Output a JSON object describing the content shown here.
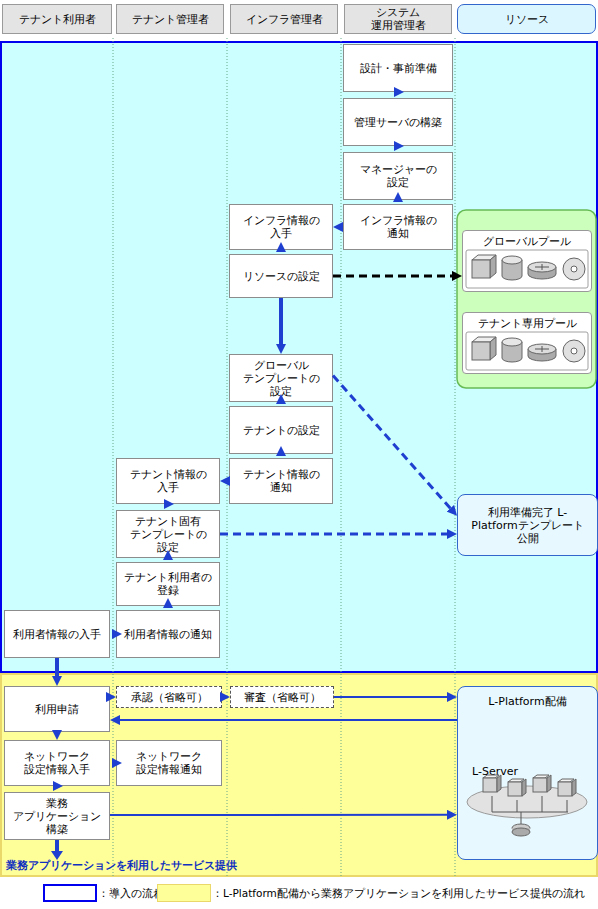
{
  "diagram": {
    "nodes": [
      {
        "text": [
          "テナント利用者"
        ]
      },
      {
        "text": [
          "テナント管理者"
        ]
      },
      {
        "text": [
          "インフラ管理者"
        ]
      },
      {
        "text": [
          "システム 運用管理者"
        ]
      },
      {
        "text": [
          "リソース"
        ]
      },
      {
        "text": [
          "設計・事前準備"
        ]
      },
      {
        "text": [
          "管理サーバの構築"
        ]
      },
      {
        "text": [
          "マネージャーの 設定"
        ]
      },
      {
        "text": [
          "インフラ情報の 入手"
        ]
      },
      {
        "text": [
          "インフラ情報の 通知"
        ]
      },
      {
        "text": [
          "リソースの設定"
        ]
      },
      {
        "text": [
          "グローバルプール"
        ]
      },
      {
        "text": [
          "テナント専用プール"
        ]
      },
      {
        "text": [
          "グローバル テンプレートの 設定"
        ]
      },
      {
        "text": [
          "テナントの設定"
        ]
      },
      {
        "text": [
          "テナント情報の 入手"
        ]
      },
      {
        "text": [
          "テナント情報の 通知"
        ]
      },
      {
        "text": [
          "テナント固有 テンプレートの 設定"
        ]
      },
      {
        "text": [
          "利用準備完了 L-Platformテンプレート 公開"
        ]
      },
      {
        "text": [
          "テナント利用者の 登録"
        ]
      },
      {
        "text": [
          "利用者情報の入手"
        ]
      },
      {
        "text": [
          "利用者情報の通知"
        ]
      },
      {
        "text": [
          "利用申請"
        ]
      },
      {
        "text": [
          "承認（省略可）"
        ]
      },
      {
        "text": [
          "審査（省略可）"
        ]
      },
      {
        "text": [
          "L-Platform配備",
          "L-Server"
        ]
      },
      {
        "text": [
          "ネットワーク 設定情報入手"
        ]
      },
      {
        "text": [
          "ネットワーク 設定情報通知"
        ]
      },
      {
        "text": [
          "業務 アプリケーション 構築"
        ]
      }
    ],
    "edges": [
      {
        "from": 5,
        "to": 6,
        "arrow": "to"
      },
      {
        "from": 6,
        "to": 7,
        "arrow": "to"
      },
      {
        "from": 7,
        "to": 9,
        "arrow": "to"
      },
      {
        "from": 9,
        "to": 8,
        "arrow": "to"
      },
      {
        "from": 8,
        "to": 10,
        "arrow": "to"
      },
      {
        "from": 10,
        "to": 11,
        "arrow": "to"
      },
      {
        "from": 10,
        "to": 13,
        "arrow": "to"
      },
      {
        "from": 13,
        "to": 14,
        "arrow": "to"
      },
      {
        "from": 14,
        "to": 16,
        "arrow": "to"
      },
      {
        "from": 13,
        "to": 18,
        "arrow": "to"
      },
      {
        "from": 16,
        "to": 15,
        "arrow": "to"
      },
      {
        "from": 15,
        "to": 17,
        "arrow": "to"
      },
      {
        "from": 17,
        "to": 19,
        "arrow": "to"
      },
      {
        "from": 17,
        "to": 18,
        "arrow": "to"
      },
      {
        "from": 19,
        "to": 21,
        "arrow": "to"
      },
      {
        "from": 21,
        "to": 20,
        "arrow": "to"
      },
      {
        "from": 20,
        "to": 22,
        "arrow": "to"
      },
      {
        "from": 22,
        "to": 23,
        "arrow": "to"
      },
      {
        "from": 23,
        "to": 24,
        "arrow": "to"
      },
      {
        "from": 24,
        "to": 25,
        "arrow": "to"
      },
      {
        "from": 25,
        "to": 22,
        "arrow": "to"
      },
      {
        "from": 27,
        "to": 26,
        "arrow": "to"
      },
      {
        "from": 22,
        "to": 26,
        "arrow": "to"
      },
      {
        "from": 26,
        "to": 28,
        "arrow": "to"
      },
      {
        "from": 28,
        "to": 25,
        "arrow": "to"
      }
    ],
    "labels": [
      "業務アプリケーションを利用したサービス提供"
    ],
    "legend": [
      {
        "text": "：導入の流れ"
      },
      {
        "text": "：L-Platform配備から業務アプリケーションを利用したサービス提供の流れ",
        "color": "#ffff99"
      }
    ]
  }
}
